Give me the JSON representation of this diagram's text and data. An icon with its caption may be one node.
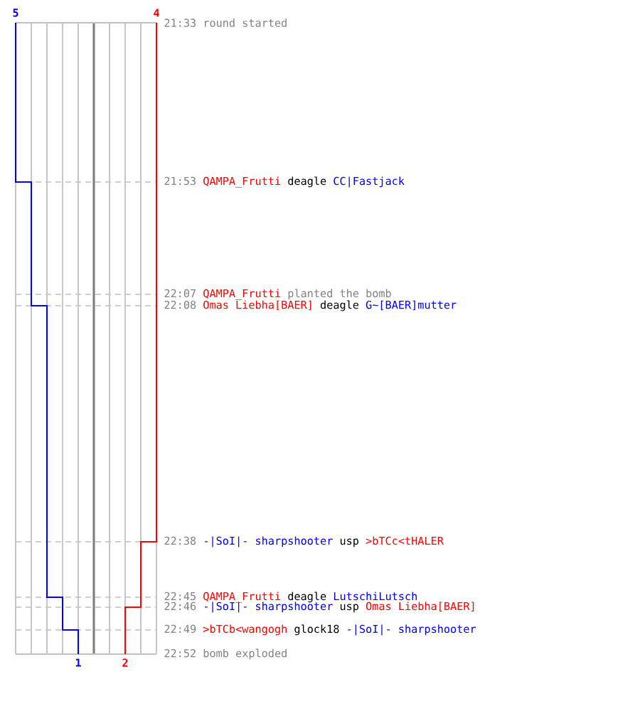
{
  "diagram": {
    "labels": [
      "5",
      "4",
      "21:33",
      "round started",
      "21:53",
      "QAMPA_Frutti",
      "deagle",
      "CC|Fastjack",
      "22:07",
      "QAMPA_Frutti",
      "planted the bomb",
      "22:08",
      "Omas Liebha[BAER]",
      "deagle",
      "G~[BAER]mutter",
      "22:38",
      "-|SoI|- sharpshooter",
      "usp",
      ">bTCc<tHALER",
      "22:45",
      "QAMPA_Frutti",
      "deagle",
      "LutschiLutsch",
      "22:46",
      "-|SoI|- sharpshooter",
      "usp",
      "Omas Liebha[BAER]",
      "22:49",
      ">bTCb<wangogh",
      "glock18",
      "-|SoI|- sharpshooter",
      "22:52",
      "bomb exploded",
      "1",
      "2"
    ]
  }
}
